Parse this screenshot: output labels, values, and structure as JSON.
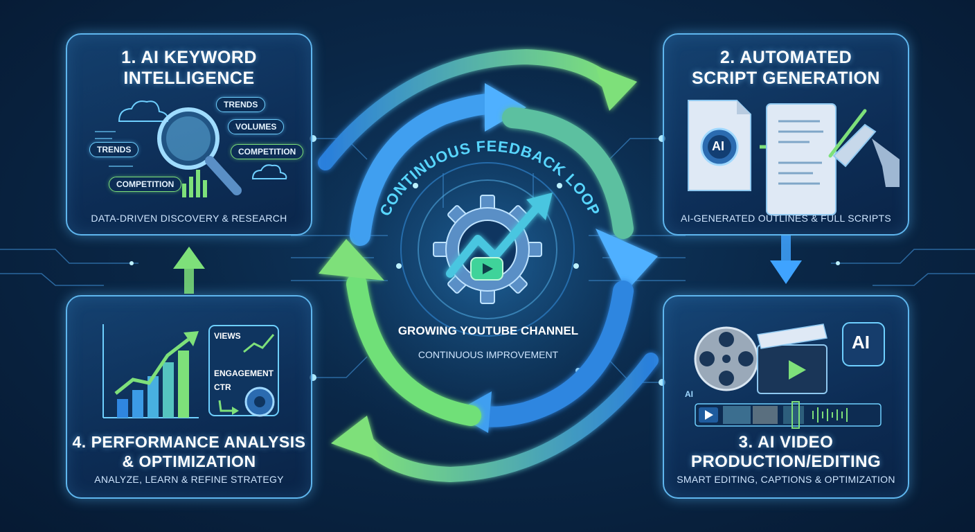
{
  "loop": {
    "label": "CONTINUOUS FEEDBACK LOOP",
    "center_title": "GROWING YOUTUBE CHANNEL",
    "center_subtitle": "CONTINUOUS IMPROVEMENT"
  },
  "panels": {
    "keyword": {
      "title_line1": "1. AI KEYWORD",
      "title_line2": "INTELLIGENCE",
      "subtitle": "DATA-DRIVEN DISCOVERY & RESEARCH",
      "tags": [
        "TRENDS",
        "VOLUMES",
        "TRENDS",
        "COMPETITION",
        "COMPETITION"
      ]
    },
    "script": {
      "title_line1": "2. AUTOMATED",
      "title_line2": "SCRIPT GENERATION",
      "subtitle": "AI-GENERATED OUTLINES & FULL SCRIPTS",
      "badge": "AI"
    },
    "video": {
      "title_line1": "3. AI VIDEO",
      "title_line2": "PRODUCTION/EDITING",
      "subtitle": "SMART EDITING, CAPTIONS & OPTIMIZATION",
      "badge": "AI",
      "small_badge": "AI"
    },
    "performance": {
      "title_line1": "4. PERFORMANCE ANALYSIS",
      "title_line2": "& OPTIMIZATION",
      "subtitle": "ANALYZE, LEARN & REFINE STRATEGY",
      "metrics": [
        "VIEWS",
        "ENGAGEMENT",
        "CTR"
      ]
    }
  },
  "colors": {
    "accent_blue": "#5fb6ee",
    "accent_green": "#7ee07a",
    "background": "#0a2747"
  },
  "icons": [
    "magnifier-icon",
    "cloud-icon",
    "document-icon",
    "gear-icon",
    "robot-hand-icon",
    "film-reel-icon",
    "clapperboard-icon",
    "play-icon",
    "bar-chart-icon",
    "trend-arrow-icon"
  ]
}
